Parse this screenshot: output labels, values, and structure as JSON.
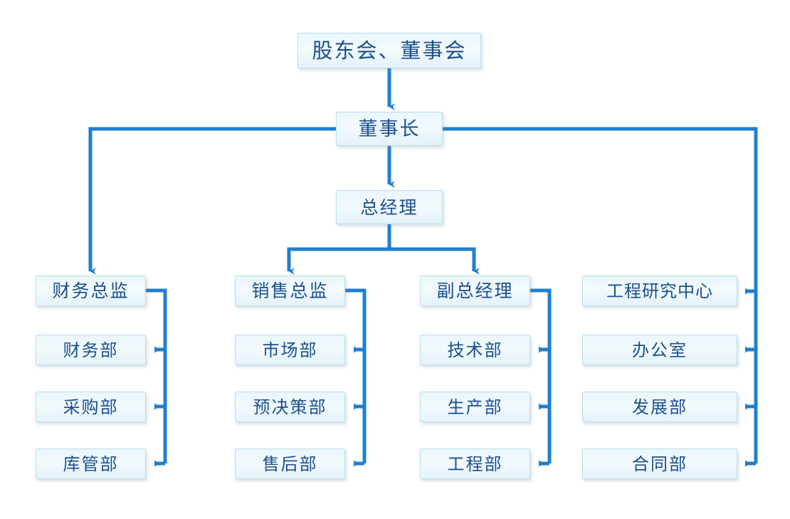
{
  "diagram": {
    "title_node": "股东会、董事会",
    "type": "organization-chart",
    "colors": {
      "box_fill_top": "#eaf6fb",
      "box_fill_bottom": "#e4f2f9",
      "box_border": "#bcdeed",
      "text": "#1a4f8f",
      "connector": "#1f7fd0",
      "background": "#ffffff"
    },
    "levels": {
      "level1": {
        "label": "股东会、董事会"
      },
      "level2": {
        "label": "董事长"
      },
      "level3": {
        "label": "总经理"
      }
    },
    "columns": [
      {
        "head": "财务总监",
        "children": [
          "财务部",
          "采购部",
          "库管部"
        ]
      },
      {
        "head": "销售总监",
        "children": [
          "市场部",
          "预决策部",
          "售后部"
        ]
      },
      {
        "head": "副总经理",
        "children": [
          "技术部",
          "生产部",
          "工程部"
        ]
      },
      {
        "head": "工程研究中心",
        "children": [
          "办公室",
          "发展部",
          "合同部"
        ]
      }
    ],
    "edges": [
      {
        "from": "股东会、董事会",
        "to": "董事长"
      },
      {
        "from": "董事长",
        "to": "总经理"
      },
      {
        "from": "董事长",
        "to": "财务总监"
      },
      {
        "from": "董事长",
        "to": "工程研究中心"
      },
      {
        "from": "总经理",
        "to": "销售总监"
      },
      {
        "from": "总经理",
        "to": "副总经理"
      },
      {
        "from": "财务总监",
        "to": "财务部"
      },
      {
        "from": "财务总监",
        "to": "采购部"
      },
      {
        "from": "财务总监",
        "to": "库管部"
      },
      {
        "from": "销售总监",
        "to": "市场部"
      },
      {
        "from": "销售总监",
        "to": "预决策部"
      },
      {
        "from": "销售总监",
        "to": "售后部"
      },
      {
        "from": "副总经理",
        "to": "技术部"
      },
      {
        "from": "副总经理",
        "to": "生产部"
      },
      {
        "from": "副总经理",
        "to": "工程部"
      },
      {
        "from": "工程研究中心",
        "to": "办公室"
      },
      {
        "from": "工程研究中心",
        "to": "发展部"
      },
      {
        "from": "工程研究中心",
        "to": "合同部"
      }
    ]
  }
}
